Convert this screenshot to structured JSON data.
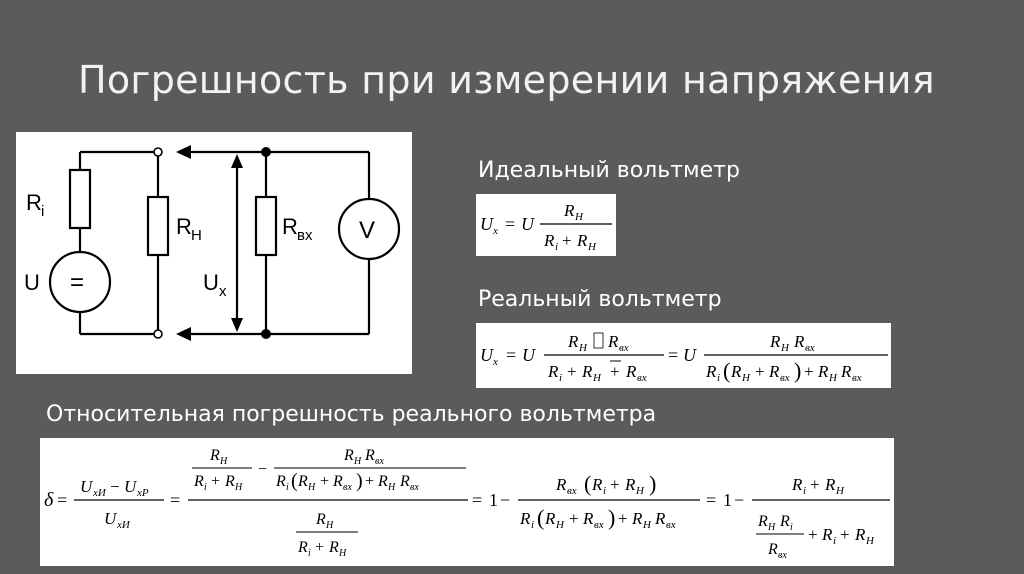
{
  "slide": {
    "title": "Погрешность при измерении напряжения",
    "ideal_label": "Идеальный вольтметр",
    "real_label": "Реальный вольтметр",
    "relative_label": "Относительная погрешность реального вольтметра"
  },
  "circuit": {
    "ri_label": "R",
    "ri_sub": "i",
    "rh_label": "R",
    "rh_sub": "H",
    "rvx_label": "R",
    "rvx_sub": "вх",
    "u_label": "U",
    "source_symbol": "=",
    "ux_label": "U",
    "ux_sub": "x",
    "voltmeter_symbol": "V"
  },
  "colors": {
    "background": "#5b5b5b",
    "panel": "#ffffff",
    "ink": "#000000"
  }
}
